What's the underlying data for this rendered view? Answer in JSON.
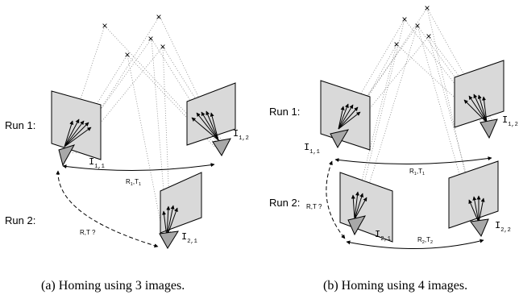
{
  "panels": [
    {
      "run1_label": "Run 1:",
      "run2_label": "Run 2:",
      "images": [
        {
          "base": "I",
          "sub": "1,1"
        },
        {
          "base": "I",
          "sub": "1,2"
        },
        {
          "base": "I",
          "sub": "2,1"
        }
      ],
      "known_rt": {
        "r": "R",
        "r_sub": "1",
        "t": "T",
        "t_sub": "1"
      },
      "unknown_rt": "R,T ?",
      "caption": "(a) Homing using 3 images."
    },
    {
      "run1_label": "Run 1:",
      "run2_label": "Run 2:",
      "images": [
        {
          "base": "I",
          "sub": "1,1"
        },
        {
          "base": "I",
          "sub": "1,2"
        },
        {
          "base": "I",
          "sub": "2,1"
        },
        {
          "base": "I",
          "sub": "2,2"
        }
      ],
      "known_rt": {
        "r": "R",
        "r_sub": "1",
        "t": "T",
        "t_sub": "1"
      },
      "known_rt2": {
        "r": "R",
        "r_sub": "2",
        "t": "T",
        "t_sub": "2"
      },
      "unknown_rt": "R,T ?",
      "caption": "(b) Homing using 4 images."
    }
  ],
  "landmark_marker": "×"
}
